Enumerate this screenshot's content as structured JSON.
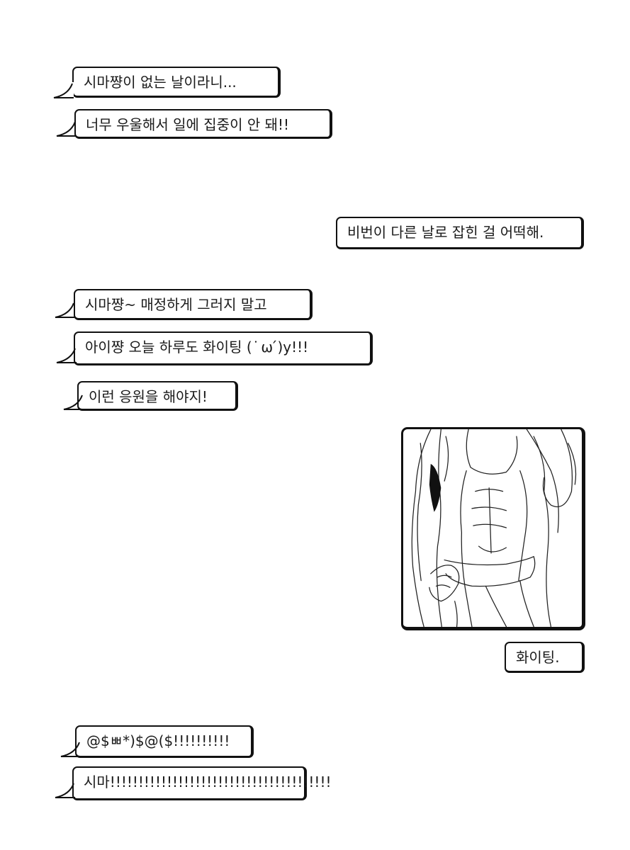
{
  "messages": [
    {
      "side": "left",
      "text": "시마쨩이 없는 날이라니..."
    },
    {
      "side": "left",
      "text": "너무 우울해서 일에 집중이 안 돼!!"
    },
    {
      "side": "right",
      "text": "비번이 다른 날로 잡힌 걸 어떡해."
    },
    {
      "side": "left",
      "text": "시마쨩~ 매정하게 그러지 말고"
    },
    {
      "side": "left",
      "text": "아이쨩 오늘 하루도 화이팅 (  ͘ ω  ́)y!!!"
    },
    {
      "side": "left",
      "text": "이런 응원을 해야지!"
    },
    {
      "side": "right",
      "text": "화이팅."
    },
    {
      "side": "left",
      "text": "@$ㅃ*)$@($!!!!!!!!!!"
    },
    {
      "side": "left",
      "text": "시마!!!!!!!!!!!!!!!!!!!!!!!!!!!!!!!!!!!!!!!"
    }
  ],
  "photo": {
    "icon": "sketch-torso-image"
  }
}
